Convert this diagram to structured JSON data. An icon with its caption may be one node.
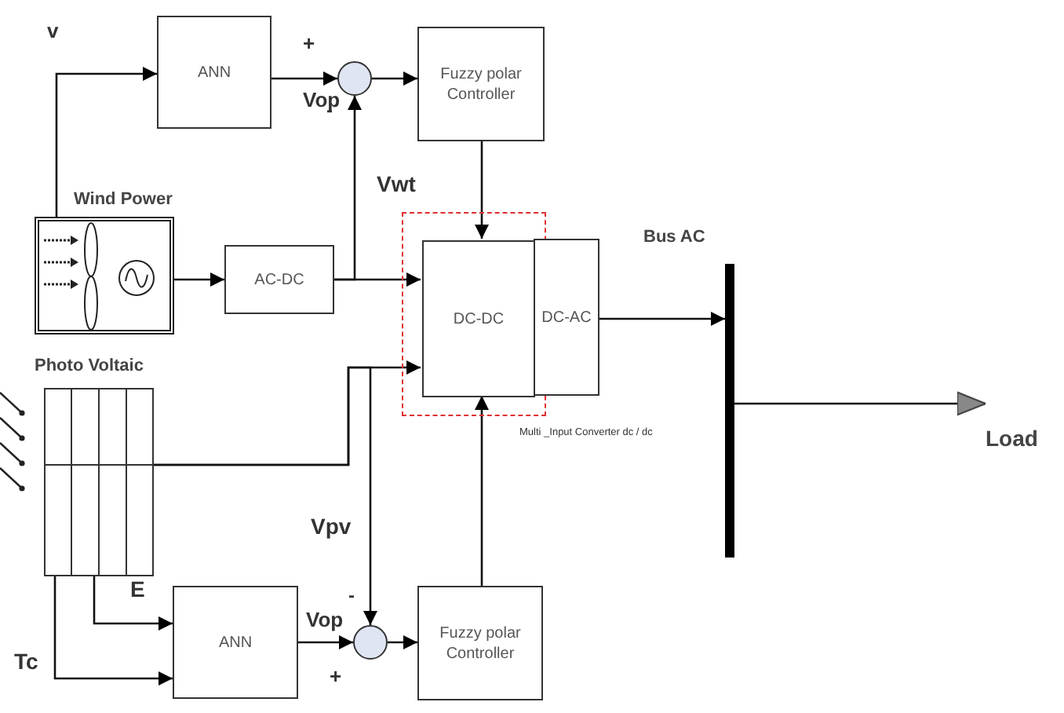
{
  "diagram": {
    "nodes": [
      {
        "text": [
          "ANN"
        ]
      },
      {
        "text": [],
        "shape": "circle"
      },
      {
        "text": [
          "Fuzzy polar Controller"
        ]
      },
      {
        "text": [
          "Wind Power"
        ]
      },
      {
        "text": [
          "AC-DC"
        ]
      },
      {
        "text": [],
        "shape": "box",
        "beside": [
          "Multi _Input Converter dc / dc"
        ]
      },
      {
        "text": [
          "DC-DC"
        ],
        "in": 5
      },
      {
        "text": [
          "DC-AC"
        ]
      },
      {
        "text": [
          "Bus AC"
        ]
      },
      {
        "text": [
          "Load"
        ]
      },
      {
        "text": [
          "Photo Voltaic"
        ]
      },
      {
        "text": [
          "ANN"
        ]
      },
      {
        "text": [],
        "shape": "circle"
      },
      {
        "text": [
          "Fuzzy polar Controller"
        ]
      }
    ],
    "edges": [
      {
        "from": 3,
        "to": 0,
        "arrow": "to"
      },
      {
        "from": 0,
        "to": 1,
        "arrow": "to",
        "label": "Vop"
      },
      {
        "from": 1,
        "to": 2,
        "arrow": "to"
      },
      {
        "from": 3,
        "to": 4,
        "arrow": "to"
      },
      {
        "from": 4,
        "to": 6,
        "arrow": "to"
      },
      {
        "from": 4,
        "to": 1,
        "arrow": "to"
      },
      {
        "from": 2,
        "to": 6,
        "arrow": "to"
      },
      {
        "from": 7,
        "to": 8,
        "arrow": "to"
      },
      {
        "from": 8,
        "to": 9,
        "arrow": "to"
      },
      {
        "from": 10,
        "to": 6,
        "arrow": "to"
      },
      {
        "from": 10,
        "to": 12,
        "arrow": "to"
      },
      {
        "from": 10,
        "to": 11,
        "arrow": "to"
      },
      {
        "from": 10,
        "to": 11,
        "arrow": "to"
      },
      {
        "from": 11,
        "to": 12,
        "arrow": "to",
        "label": "Vop"
      },
      {
        "from": 12,
        "to": 13,
        "arrow": "to"
      },
      {
        "from": 13,
        "to": 6,
        "arrow": "to"
      }
    ],
    "labels": [
      "v",
      "+",
      "-",
      "Vwt",
      "Vpv",
      "E",
      "Tc",
      "-",
      "+"
    ]
  }
}
